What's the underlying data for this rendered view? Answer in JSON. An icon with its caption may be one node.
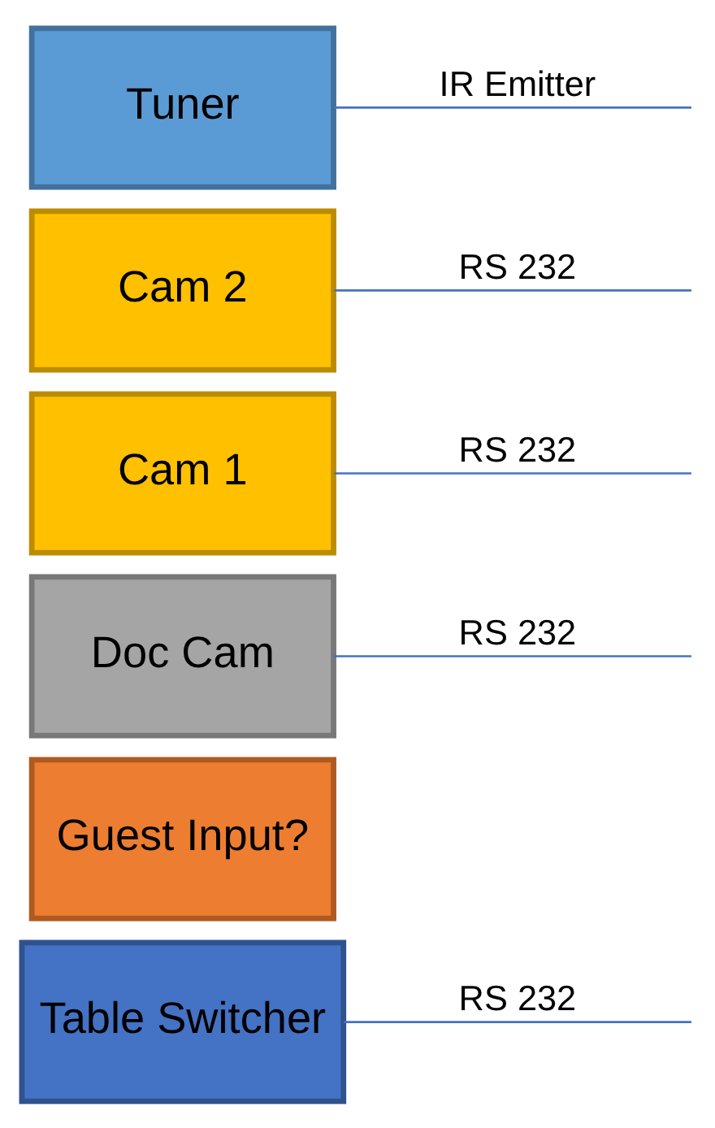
{
  "diagram": {
    "nodes": [
      {
        "text": [
          "Table Switcher"
        ]
      },
      {
        "text": [
          "Guest Input?"
        ]
      },
      {
        "text": [
          "Doc Cam"
        ]
      },
      {
        "text": [
          "Cam 1"
        ]
      },
      {
        "text": [
          "Cam 2"
        ]
      },
      {
        "text": [
          "Tuner"
        ]
      }
    ],
    "edges": [
      {
        "from": 0,
        "to": null,
        "arrow": "none",
        "label": "RS 232"
      },
      {
        "from": 2,
        "to": null,
        "arrow": "none",
        "label": "RS 232"
      },
      {
        "from": 3,
        "to": null,
        "arrow": "none",
        "label": "RS 232"
      },
      {
        "from": 4,
        "to": null,
        "arrow": "none",
        "label": "RS 232"
      },
      {
        "from": 5,
        "to": null,
        "arrow": "none",
        "label": "IR Emitter"
      }
    ]
  }
}
